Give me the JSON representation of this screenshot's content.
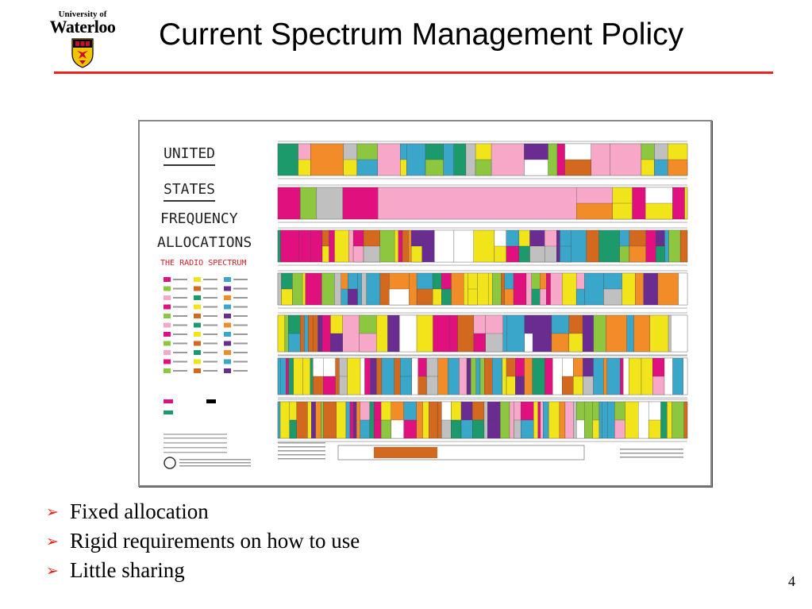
{
  "logo": {
    "line1": "University of",
    "line2": "Waterloo"
  },
  "title": "Current Spectrum Management Policy",
  "poster": {
    "title_lines": [
      "UNITED",
      "STATES",
      "FREQUENCY",
      "ALLOCATIONS"
    ],
    "subtitle": "THE RADIO SPECTRUM"
  },
  "bullets": [
    "Fixed allocation",
    "Rigid requirements on how to use",
    "Little sharing"
  ],
  "page_number": "4",
  "colors": {
    "accent": "#e8251d"
  }
}
